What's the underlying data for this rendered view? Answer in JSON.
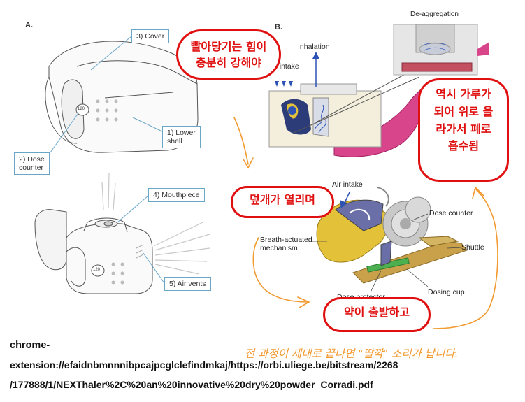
{
  "panels": {
    "a": "A.",
    "b": "B."
  },
  "panel_a": {
    "cover": "3) Cover",
    "dose_counter": [
      "2) Dose",
      "counter"
    ],
    "lower_shell": [
      "1) Lower",
      "shell"
    ],
    "mouthpiece": "4) Mouthpiece",
    "air_vents": "5) Air vents",
    "counter_value_top": "120",
    "counter_value_bottom": "120"
  },
  "panel_b": {
    "de_aggregation": "De-aggregation",
    "inhalation": "Inhalation",
    "air_intake_top": "Air intake",
    "air_intake_bottom": "Air intake",
    "dose_counter": "Dose counter",
    "shuttle": "Shuttle",
    "breath_actuated": [
      "Breath-actuated",
      "mechanism"
    ],
    "dosing_cup": "Dosing cup",
    "dose_protector": "Dose protector"
  },
  "notes": {
    "suction": [
      "빨아당기는 힘이",
      "충분히 강해야"
    ],
    "powder": [
      "역시 가루가",
      "되어 위로 올",
      "라가서 폐로",
      "흡수됨"
    ],
    "lid_opens": "덮개가 열리며",
    "medicine_starts": "약이 출발하고"
  },
  "footer": {
    "url_line1": "chrome-",
    "url_line2": "extension://efaidnbmnnnibpcajpcglclefindmkaj/https://orbi.uliege.be/bitstream/2268",
    "url_line3": "/177888/1/NEXThaler%2C%20an%20innovative%20dry%20powder_Corradi.pdf",
    "click_note": "전 과정이 제대로 끝나면 \"딸깍\" 소리가 납니다."
  },
  "colors": {
    "note_red": "#e01010",
    "arrow_orange": "#f29a30",
    "callout_border": "#6aa6c8",
    "mouthpiece_pink": "#d8458a",
    "mechanism_yellow": "#e3c23a",
    "shuttle_tan": "#c9a14a",
    "protector_green": "#4caf50",
    "air_blue": "#2c52b5"
  }
}
